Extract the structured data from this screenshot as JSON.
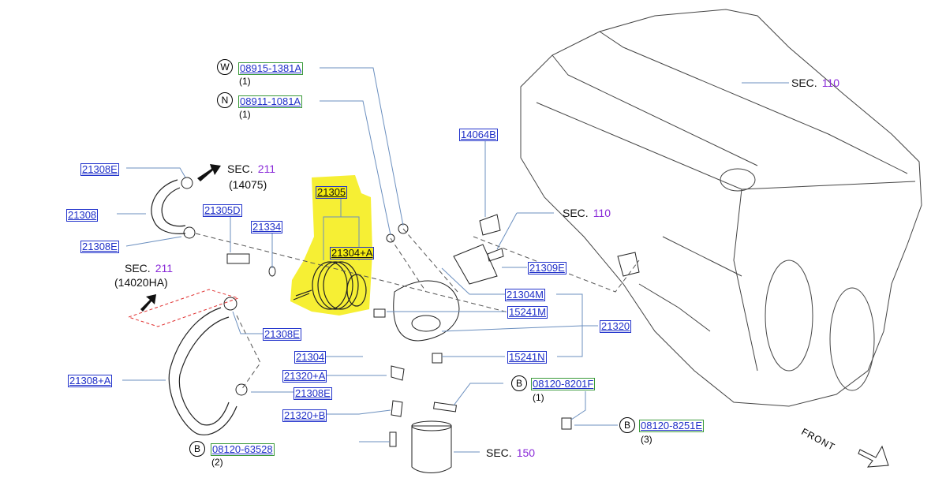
{
  "diagram": {
    "labels": {
      "p_08915": "08915-1381A",
      "p_08911": "08911-1081A",
      "p_14064b": "14064B",
      "p_21308e_1": "21308E",
      "p_21308": "21308",
      "p_21308e_2": "21308E",
      "p_21305d": "21305D",
      "p_21334": "21334",
      "p_21305": "21305",
      "p_21304a": "21304+A",
      "p_21309e": "21309E",
      "p_21304m": "21304M",
      "p_15241m": "15241M",
      "p_21320": "21320",
      "p_21308e_3": "21308E",
      "p_21304": "21304",
      "p_15241n": "15241N",
      "p_21320a": "21320+A",
      "p_21308e_4": "21308E",
      "p_21320b": "21320+B",
      "p_21308a": "21308+A",
      "p_08120_8201f": "08120-8201F",
      "p_08120_8251e": "08120-8251E",
      "p_08120_63528": "08120-63528"
    },
    "quantities": {
      "q_08915": "(1)",
      "q_08911": "(1)",
      "q_8201f": "(1)",
      "q_8251e": "(3)",
      "q_63528": "(2)"
    },
    "circles": {
      "c_w": "W",
      "c_n": "N",
      "c_b1": "B",
      "c_b2": "B",
      "c_b3": "B"
    },
    "sections": {
      "sec_110_top": {
        "text": "SEC.",
        "num": "110"
      },
      "sec_211_top": {
        "text": "SEC.",
        "num": "211",
        "sub": "(14075)"
      },
      "sec_110_mid": {
        "text": "SEC.",
        "num": "110"
      },
      "sec_211_left": {
        "text": "SEC.",
        "num": "211",
        "sub": "(14020HA)"
      },
      "sec_150": {
        "text": "SEC.",
        "num": "150"
      }
    },
    "front_label": "FRONT",
    "colors": {
      "part_label": "#1f2fc8",
      "section_number": "#8a2bd8",
      "highlight": "#f5ec10",
      "leader": "#6b8fbf"
    }
  }
}
